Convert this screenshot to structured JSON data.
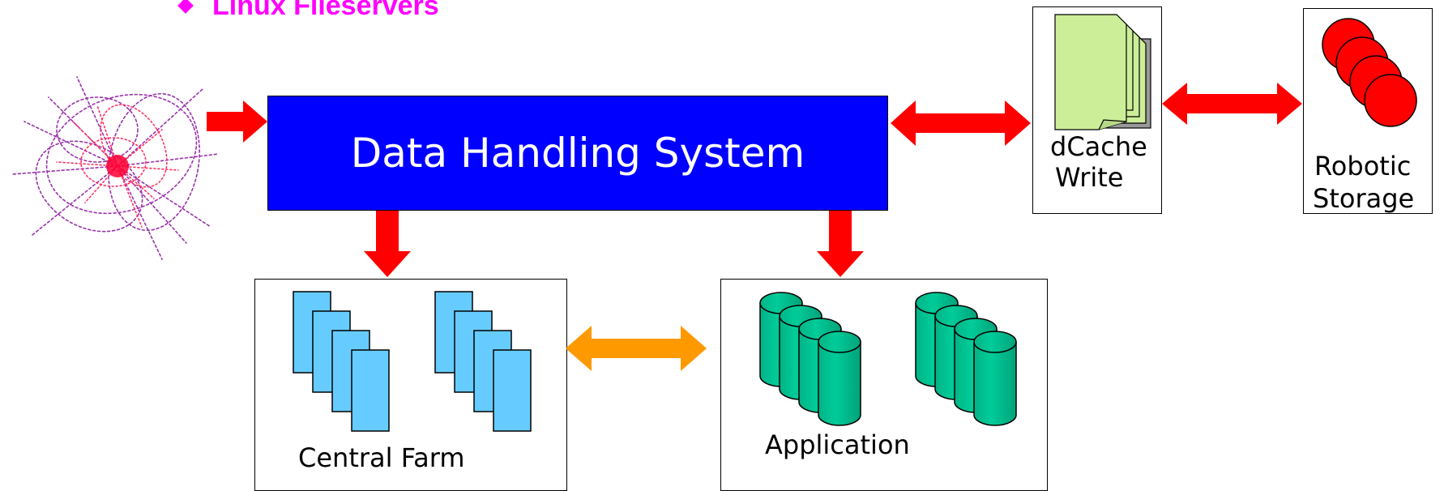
{
  "bullet": {
    "text": "Linux Fileservers"
  },
  "data_handling": {
    "label": "Data Handling System"
  },
  "central_farm": {
    "label": "Central Farm"
  },
  "application": {
    "label": "Application"
  },
  "dcache": {
    "line1": "dCache",
    "line2": "Write"
  },
  "robotic": {
    "line1": "Robotic",
    "line2": "Storage"
  },
  "colors": {
    "dhs_fill": "#0000ff",
    "arrow_red": "#ff0000",
    "arrow_orange": "#ff9900",
    "bullet_magenta": "#ff00ff",
    "farm_blue": "#66ccff",
    "disk_green": "#00cc99",
    "page_yellow": "#ccee99",
    "tape_red": "#ff0000"
  },
  "icons": {
    "event_display": "particle-collision-icon",
    "farm_nodes": "server-stack-icon",
    "disks": "disk-cylinder-icon",
    "cache": "document-stack-icon",
    "tapes": "tape-reel-icon"
  }
}
